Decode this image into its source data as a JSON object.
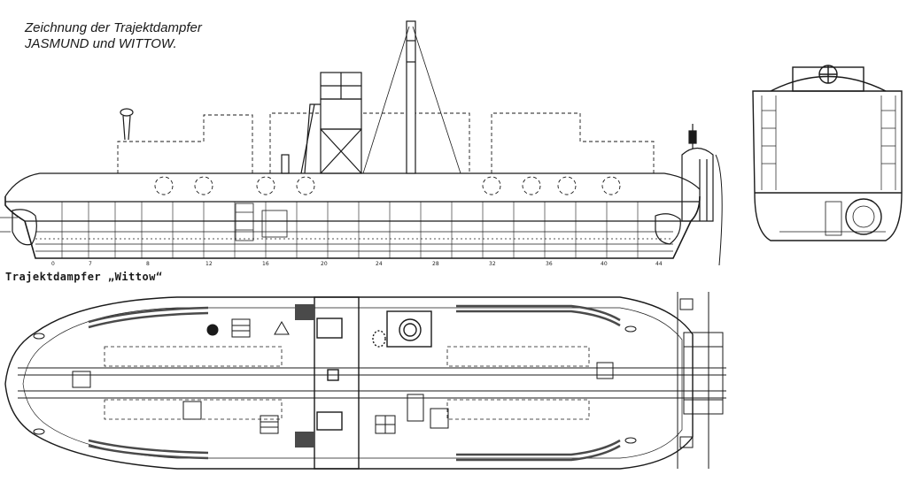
{
  "caption": {
    "line1": "Zeichnung der Trajektdampfer",
    "line2": "JASMUND und WITTOW."
  },
  "subtitle": "Trajektdampfer „Wittow“",
  "frame_labels": [
    "0",
    "7",
    "8",
    "12",
    "16",
    "20",
    "24",
    "28",
    "32",
    "36",
    "40",
    "44"
  ],
  "colors": {
    "ink": "#1a1a1a",
    "paper": "#ffffff",
    "shade": "#4a4a4a"
  }
}
